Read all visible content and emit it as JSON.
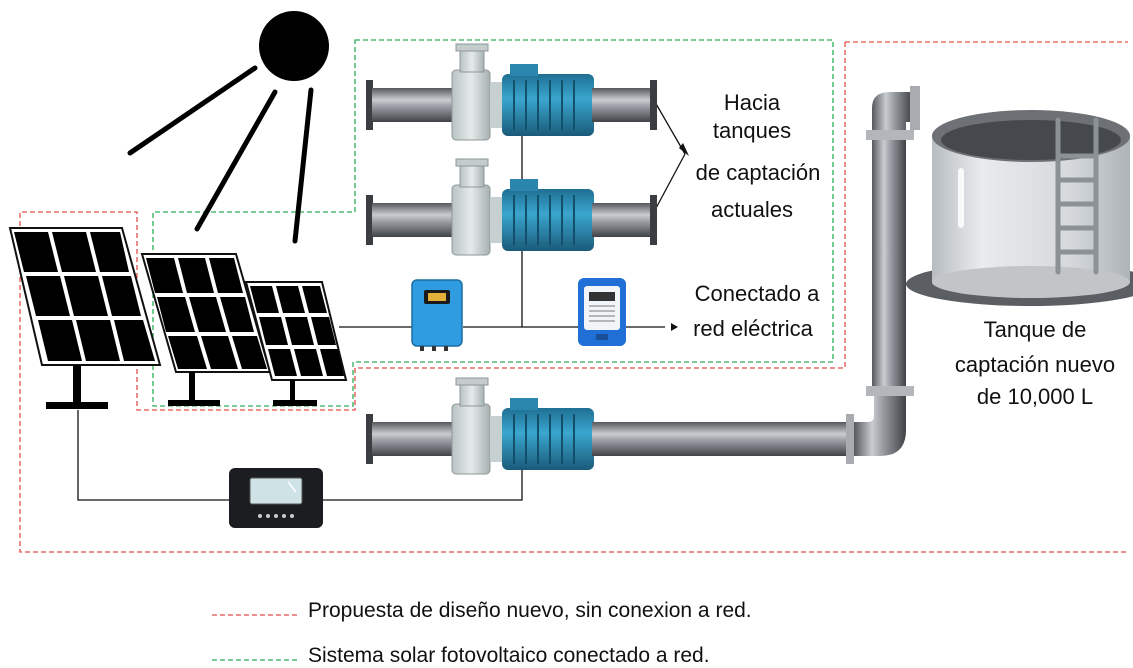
{
  "labels": {
    "hacia": [
      "Hacia",
      "tanques",
      "de captación",
      "actuales"
    ],
    "conectado": [
      "Conectado a",
      "red eléctrica"
    ],
    "tanque": [
      "Tanque de",
      "captación nuevo",
      "de 10,000 L"
    ]
  },
  "legend": [
    {
      "text": "Propuesta de diseño nuevo, sin conexion a red.",
      "color": "#e0504a",
      "style": "dashed"
    },
    {
      "text": "Sistema solar fotovoltaico conectado a red.",
      "color": "#2fae5a",
      "style": "dashed"
    }
  ],
  "colors": {
    "proposal_boundary": "#e0504a",
    "grid_system_boundary": "#2fae5a",
    "motor": "#2f9ed1",
    "pipe": "#8a8f96",
    "tank": "#cfd3d6",
    "inverter": "#2f9be0",
    "meter": "#1f6fd6"
  },
  "icons": [
    "sun-icon",
    "solar-panel-icon",
    "water-pump-icon",
    "inverter-icon",
    "electric-meter-icon",
    "charge-controller-icon",
    "water-tank-icon",
    "ladder-icon",
    "pipe-icon"
  ]
}
